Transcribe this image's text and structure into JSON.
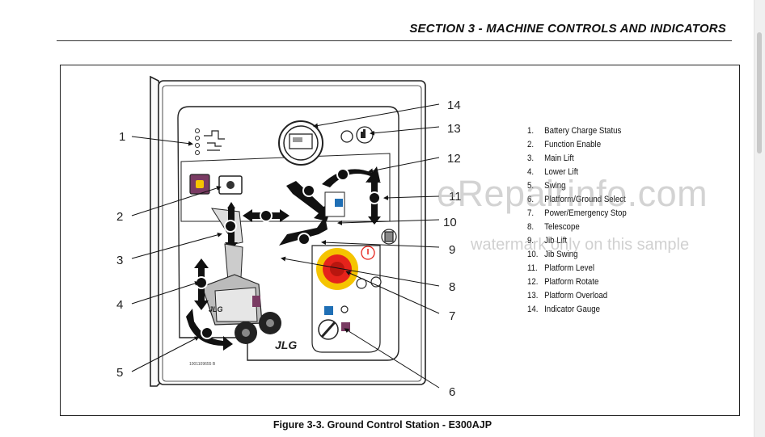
{
  "header": {
    "section_title": "SECTION 3 - MACHINE CONTROLS AND INDICATORS"
  },
  "figure": {
    "caption": "Figure 3-3. Ground Control Station - E300AJP",
    "panel_brand": "JLG",
    "machine_brand": "JLG",
    "part_number": "1001109655 B"
  },
  "callouts": [
    "1",
    "2",
    "3",
    "4",
    "5",
    "6",
    "7",
    "8",
    "9",
    "10",
    "11",
    "12",
    "13",
    "14"
  ],
  "legend": [
    {
      "num": "1.",
      "label": "Battery Charge Status"
    },
    {
      "num": "2.",
      "label": "Function Enable"
    },
    {
      "num": "3.",
      "label": "Main Lift"
    },
    {
      "num": "4.",
      "label": "Lower Lift"
    },
    {
      "num": "5.",
      "label": "Swing"
    },
    {
      "num": "6.",
      "label": "Platform/Ground Select"
    },
    {
      "num": "7.",
      "label": "Power/Emergency Stop"
    },
    {
      "num": "8.",
      "label": "Telescope"
    },
    {
      "num": "9.",
      "label": "Jib Lift"
    },
    {
      "num": "10.",
      "label": "Jib Swing"
    },
    {
      "num": "11.",
      "label": "Platform Level"
    },
    {
      "num": "12.",
      "label": "Platform Rotate"
    },
    {
      "num": "13.",
      "label": "Platform Overload"
    },
    {
      "num": "14.",
      "label": "Indicator Gauge"
    }
  ],
  "watermark": {
    "main": "eRepairinfo.com",
    "sub": "watermark only on this sample"
  },
  "colors": {
    "estop_red": "#e5231b",
    "estop_ring": "#f5c400",
    "platform_blue": "#1f6fb5",
    "ground_purple": "#7a3b63",
    "function_enable": "#7a3b63",
    "jlg_red": "#c8102e"
  }
}
